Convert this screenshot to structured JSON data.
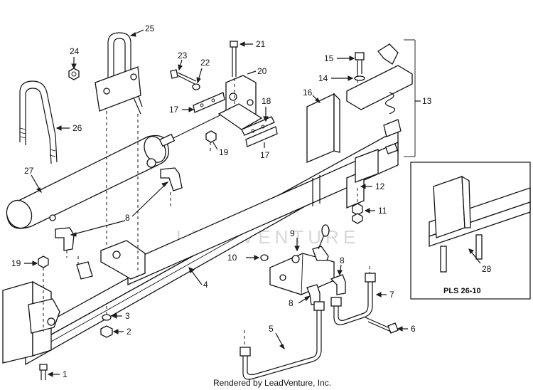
{
  "diagram": {
    "callouts": {
      "n1": "1",
      "n2": "2",
      "n3": "3",
      "n4": "4",
      "n5": "5",
      "n6": "6",
      "n7": "7",
      "n8a": "8",
      "n8b": "8",
      "n8c": "8",
      "n9": "9",
      "n10": "10",
      "n11": "11",
      "n12": "12",
      "n13": "13",
      "n14": "14",
      "n15": "15",
      "n16": "16",
      "n17a": "17",
      "n17b": "17",
      "n18": "18",
      "n19a": "19",
      "n19b": "19",
      "n20": "20",
      "n21": "21",
      "n22": "22",
      "n23": "23",
      "n24": "24",
      "n25": "25",
      "n26": "26",
      "n27": "27",
      "n28": "28"
    },
    "inset_label": "PLS 26-10",
    "watermark": "LEADVENTURE",
    "credit": "Rendered by LeadVenture, Inc."
  }
}
